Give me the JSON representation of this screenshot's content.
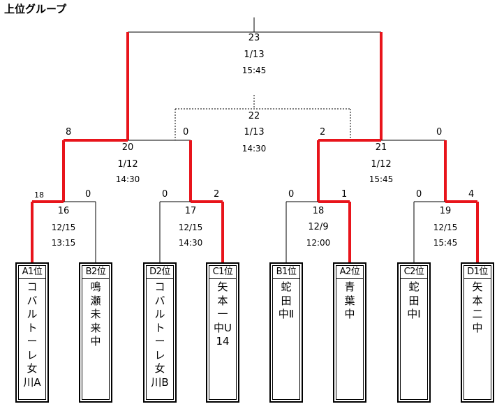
{
  "title": "上位グループ",
  "matches": {
    "m23": {
      "number": "23",
      "date": "1/13",
      "time": "15:45"
    },
    "m22": {
      "number": "22",
      "date": "1/13",
      "time": "14:30"
    },
    "m20": {
      "number": "20",
      "date": "1/12",
      "time": "14:30"
    },
    "m21": {
      "number": "21",
      "date": "1/12",
      "time": "15:45"
    },
    "m16": {
      "number": "16",
      "date": "12/15",
      "time": "13:15"
    },
    "m17": {
      "number": "17",
      "date": "12/15",
      "time": "14:30"
    },
    "m18": {
      "number": "18",
      "date": "12/9",
      "time": "12:00"
    },
    "m19": {
      "number": "19",
      "date": "12/15",
      "time": "15:45"
    }
  },
  "scores": {
    "m20_left": "8",
    "m20_right": "0",
    "m21_left": "2",
    "m21_right": "0",
    "m16_left": "18",
    "m16_right": "0",
    "m17_left": "0",
    "m17_right": "2",
    "m18_left": "0",
    "m18_right": "1",
    "m19_left": "0",
    "m19_right": "4"
  },
  "teams": [
    {
      "seed": "A1位",
      "name": "コバルトーレ女川A"
    },
    {
      "seed": "B2位",
      "name": "鳴瀬未来中"
    },
    {
      "seed": "D2位",
      "name": "コバルトーレ女川B"
    },
    {
      "seed": "C1位",
      "name": "矢本一中U14"
    },
    {
      "seed": "B1位",
      "name": "蛇田中Ⅱ"
    },
    {
      "seed": "A2位",
      "name": "青葉中"
    },
    {
      "seed": "C2位",
      "name": "蛇田中Ⅰ"
    },
    {
      "seed": "D1位",
      "name": "矢本二中"
    }
  ],
  "colors": {
    "winner_line": "#e8141b",
    "line": "#000000",
    "dotted_line": "#000000"
  }
}
